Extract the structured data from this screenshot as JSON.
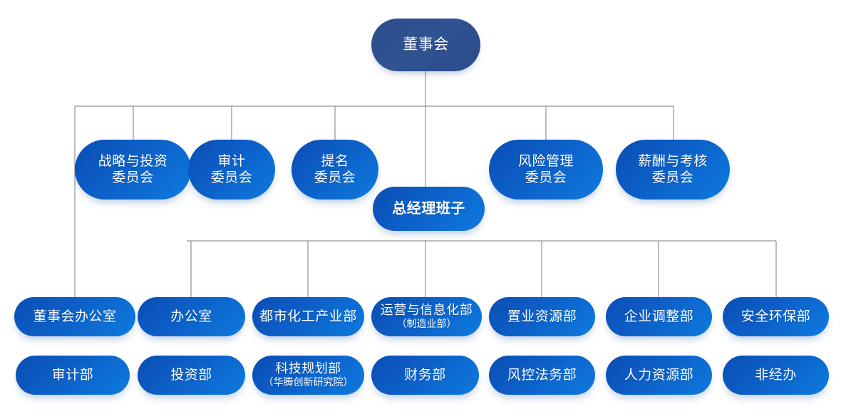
{
  "title": "组织架构图",
  "colors": {
    "root_fill_dark": "#2d4f8e",
    "node_fill_dark": "#0b4eb4",
    "node_fill_light": "#0e7ade",
    "connector": "#7b7b7b",
    "text": "#ffffff",
    "background": "#ffffff"
  },
  "root": {
    "label": "董事会"
  },
  "gm": {
    "label": "总经理班子"
  },
  "committees": [
    {
      "line1": "战略与投资",
      "line2": "委员会"
    },
    {
      "line1": "审计",
      "line2": "委员会"
    },
    {
      "line1": "提名",
      "line2": "委员会"
    },
    {
      "line1": "风险管理",
      "line2": "委员会"
    },
    {
      "line1": "薪酬与考核",
      "line2": "委员会"
    }
  ],
  "departments_row1": [
    {
      "line1": "董事会办公室",
      "line2": ""
    },
    {
      "line1": "办公室",
      "line2": ""
    },
    {
      "line1": "都市化工产业部",
      "line2": ""
    },
    {
      "line1": "运营与信息化部",
      "line2": "（制造业部）"
    },
    {
      "line1": "置业资源部",
      "line2": ""
    },
    {
      "line1": "企业调整部",
      "line2": ""
    },
    {
      "line1": "安全环保部",
      "line2": ""
    }
  ],
  "departments_row2": [
    {
      "line1": "审计部",
      "line2": ""
    },
    {
      "line1": "投资部",
      "line2": ""
    },
    {
      "line1": "科技规划部",
      "line2": "（华腾创新研究院）"
    },
    {
      "line1": "财务部",
      "line2": ""
    },
    {
      "line1": "风控法务部",
      "line2": ""
    },
    {
      "line1": "人力资源部",
      "line2": ""
    },
    {
      "line1": "非经办",
      "line2": ""
    }
  ]
}
